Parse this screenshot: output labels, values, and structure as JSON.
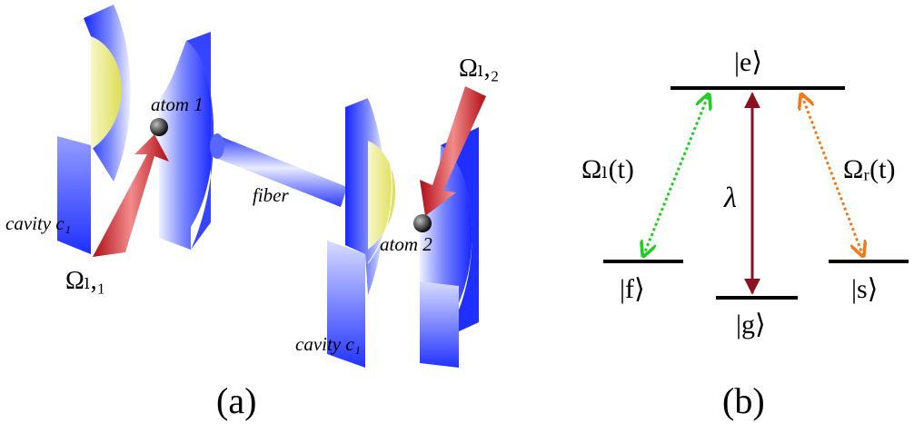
{
  "panel_a": {
    "label": "(a)",
    "atom1_label": "atom 1",
    "atom2_label": "atom 2",
    "fiber_label": "fiber",
    "cavity_left_label": "cavity c₁",
    "cavity_right_label": "cavity c₁",
    "laser1_label": "Ωₗ,₁",
    "laser2_label": "Ωₗ,₂"
  },
  "panel_b": {
    "label": "(b)",
    "level_e": "|e⟩",
    "level_f": "|f⟩",
    "level_g": "|g⟩",
    "level_s": "|s⟩",
    "omega_l_label": "Ωₗ(t)",
    "omega_r_label": "Ωᵣ(t)",
    "lambda_label": "λ"
  },
  "colors": {
    "mirror_blue": "#1f2fff",
    "mirror_coat": "#e9e86a",
    "laser_red": "#c2151d",
    "transition_dark_red": "#8b1020",
    "omega_l_green": "#1fcf1f",
    "omega_r_orange": "#f07a1a"
  }
}
